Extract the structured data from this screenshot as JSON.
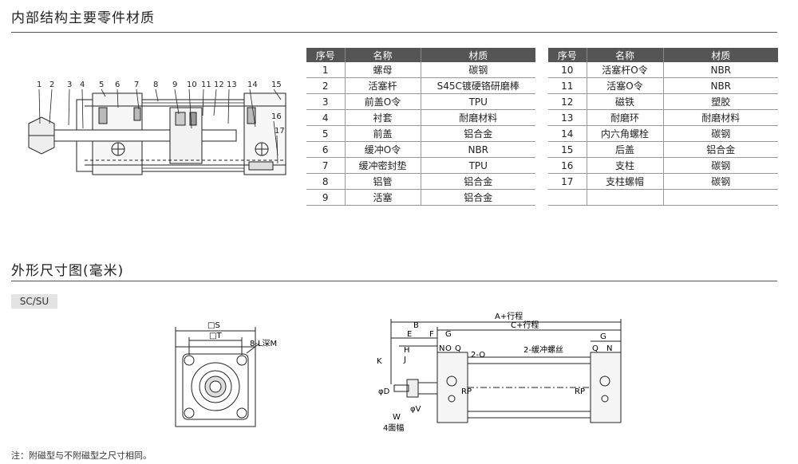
{
  "section1": {
    "title": "内部结构主要零件材质"
  },
  "section2": {
    "title": "外形尺寸图(毫米)"
  },
  "series_tag": "SC/SU",
  "note": "注：附磁型与不附磁型之尺寸相同。",
  "table_headers": [
    "序号",
    "名称",
    "材质"
  ],
  "table_left": [
    {
      "no": "1",
      "name": "螺母",
      "material": "碳钢"
    },
    {
      "no": "2",
      "name": "活塞杆",
      "material": "S45C镀硬铬研磨棒"
    },
    {
      "no": "3",
      "name": "前盖O令",
      "material": "TPU"
    },
    {
      "no": "4",
      "name": "衬套",
      "material": "耐磨材料"
    },
    {
      "no": "5",
      "name": "前盖",
      "material": "铝合金"
    },
    {
      "no": "6",
      "name": "缓冲O令",
      "material": "NBR"
    },
    {
      "no": "7",
      "name": "缓冲密封垫",
      "material": "TPU"
    },
    {
      "no": "8",
      "name": "铝管",
      "material": "铝合金"
    },
    {
      "no": "9",
      "name": "活塞",
      "material": "铝合金"
    }
  ],
  "table_right": [
    {
      "no": "10",
      "name": "活塞杆O令",
      "material": "NBR"
    },
    {
      "no": "11",
      "name": "活塞O令",
      "material": "NBR"
    },
    {
      "no": "12",
      "name": "磁铁",
      "material": "塑胶"
    },
    {
      "no": "13",
      "name": "耐磨环",
      "material": "耐磨材料"
    },
    {
      "no": "14",
      "name": "内六角螺栓",
      "material": "碳钢"
    },
    {
      "no": "15",
      "name": "后盖",
      "material": "铝合金"
    },
    {
      "no": "16",
      "name": "支柱",
      "material": "碳钢"
    },
    {
      "no": "17",
      "name": "支柱螺帽",
      "material": "碳钢"
    },
    {
      "no": "",
      "name": "",
      "material": ""
    }
  ],
  "part_numbers": [
    "1",
    "2",
    "3",
    "4",
    "5",
    "6",
    "7",
    "8",
    "9",
    "10",
    "11",
    "12",
    "13",
    "14",
    "15",
    "16",
    "17"
  ],
  "front_view_labels": {
    "s": "□S",
    "t": "□T",
    "holes": "8-L深M"
  },
  "side_view_labels": {
    "a": "A+行程",
    "b": "B",
    "c": "C+行程",
    "e": "E",
    "f": "F",
    "g": "G",
    "g2": "G",
    "h": "H",
    "j": "J",
    "k": "K",
    "n": "N",
    "o": "O",
    "q": "Q",
    "o2": "2-O",
    "buffer": "2-缓冲螺丝",
    "q2": "Q",
    "n2": "N",
    "d": "φD",
    "v": "φV",
    "rp": "RP",
    "rp2": "RP",
    "w": "W",
    "faces": "4面幅"
  }
}
